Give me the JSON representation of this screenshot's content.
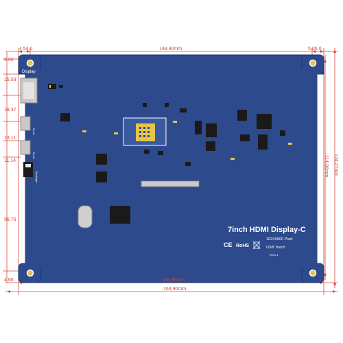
{
  "board": {
    "title": "7inch HDMI Display-C",
    "resolution": "1024X600 Pixel",
    "touch": "USB Touch",
    "revision": "Rev2.1",
    "cert_marks": [
      "CE",
      "RoHS"
    ],
    "port_labels": [
      "Display",
      "Touch",
      "Touch",
      "Backlight"
    ],
    "colors": {
      "pcb": "#2d4a8c",
      "pcb_edge": "#1f3670",
      "dimension": "#d6463a",
      "pad_gold": "#e8c34a",
      "chip": "#1a1a1a",
      "connector": "#b8b8b8"
    }
  },
  "dimensions": {
    "top_left_offset": "4.54.0",
    "top_width": "148.90mm",
    "top_right_offset": "5.05.0",
    "bottom_inner_width": "156.90mm",
    "bottom_total_width": "164.90mm",
    "right_inner_height": "114.96mm",
    "right_total_height": "124.27mm",
    "left_segments": [
      "4.66",
      "15.59",
      "18.37",
      "13.11",
      "11.14",
      "56.76",
      "4.66"
    ]
  }
}
